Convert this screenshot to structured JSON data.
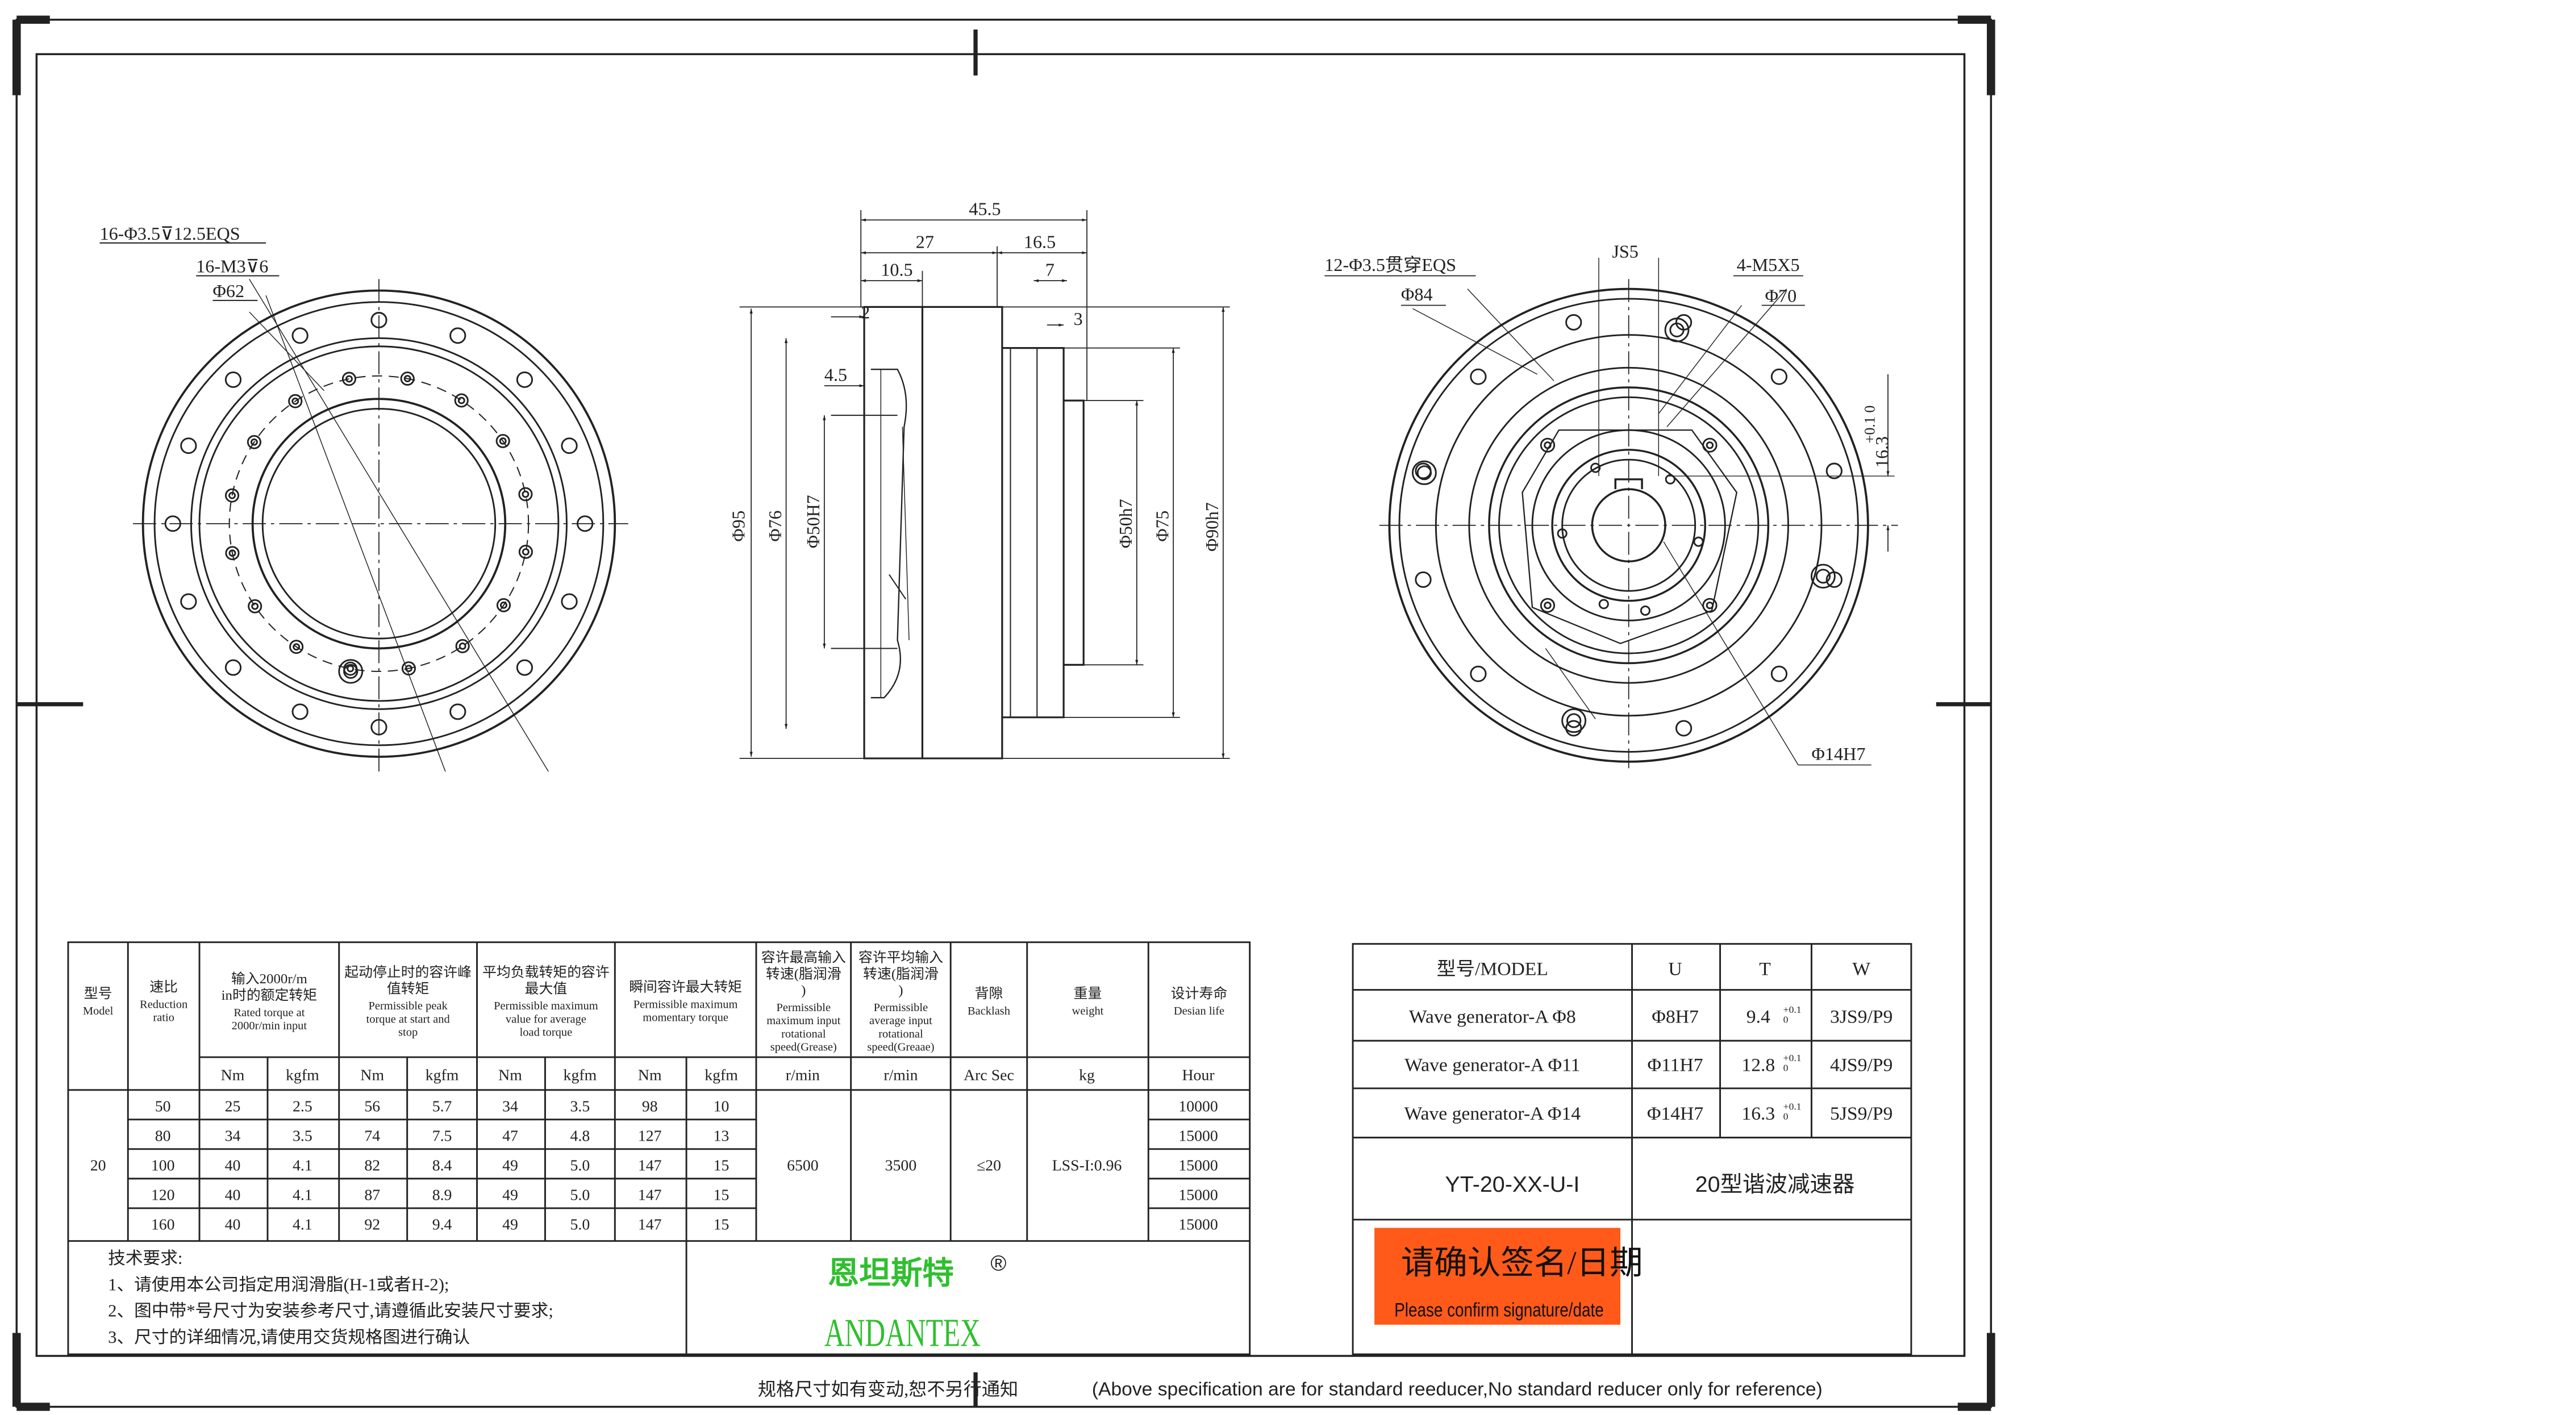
{
  "drawing": {
    "front_view": {
      "label_holes_eqs": "16-Φ3.5⊽12.5EQS",
      "label_threads": "16-M3⊽6",
      "label_pcd": "Φ62"
    },
    "side_view": {
      "dim_overall": "45.5",
      "dim_27": "27",
      "dim_16_5": "16.5",
      "dim_10_5": "10.5",
      "dim_7": "7",
      "dim_2": "2",
      "dim_3": "3",
      "dim_4_5": "4.5",
      "dia_95": "Φ95",
      "dia_76": "Φ76",
      "dia_50H7": "Φ50H7",
      "dia_50h7": "Φ50h7",
      "dia_75": "Φ75",
      "dia_90h7": "Φ90h7"
    },
    "rear_view": {
      "label_holes": "12-Φ3.5贯穿EQS",
      "label_js5": "JS5",
      "label_m5": "4-M5X5",
      "label_84": "Φ84",
      "label_70": "Φ70",
      "label_tol": "+0.1 0",
      "label_16_3": "16.3",
      "label_14H7": "Φ14H7"
    }
  },
  "spec_table": {
    "headers": [
      {
        "cn": "型号",
        "en": "Model"
      },
      {
        "cn": "速比",
        "en": "Reduction ratio"
      },
      {
        "cn": "输入2000r/min时的额定转矩",
        "en": "Rated torque at 2000r/min input"
      },
      {
        "cn": "起动停止时的容许峰值转矩",
        "en": "Permissible peak torque at start and stop"
      },
      {
        "cn": "平均负载转矩的容许最大值",
        "en": "Permissible maximum value for average load torque"
      },
      {
        "cn": "瞬间容许最大转矩",
        "en": "Permissible maximum momentary torque"
      },
      {
        "cn": "容许最高输入转速(脂润滑)",
        "en": "Permissible maximum input rotational speed(Grease)"
      },
      {
        "cn": "容许平均输入转速(脂润滑)",
        "en": "Permissible average input rotational speed(Greaae)"
      },
      {
        "cn": "背隙",
        "en": "Backlash"
      },
      {
        "cn": "重量",
        "en": "weight"
      },
      {
        "cn": "设计寿命",
        "en": "Desian life"
      }
    ],
    "units": [
      "Nm",
      "kgfm",
      "Nm",
      "kgfm",
      "Nm",
      "kgfm",
      "Nm",
      "kgfm",
      "r/min",
      "r/min",
      "Arc Sec",
      "kg",
      "Hour"
    ],
    "model": "20",
    "max_speed": "6500",
    "avg_speed": "3500",
    "backlash": "≤20",
    "weight": "LSS-I:0.96",
    "rows": [
      [
        "50",
        "25",
        "2.5",
        "56",
        "5.7",
        "34",
        "3.5",
        "98",
        "10",
        "10000"
      ],
      [
        "80",
        "34",
        "3.5",
        "74",
        "7.5",
        "47",
        "4.8",
        "127",
        "13",
        "15000"
      ],
      [
        "100",
        "40",
        "4.1",
        "82",
        "8.4",
        "49",
        "5.0",
        "147",
        "15",
        "15000"
      ],
      [
        "120",
        "40",
        "4.1",
        "87",
        "8.9",
        "49",
        "5.0",
        "147",
        "15",
        "15000"
      ],
      [
        "160",
        "40",
        "4.1",
        "92",
        "9.4",
        "49",
        "5.0",
        "147",
        "15",
        "15000"
      ]
    ]
  },
  "tech_notes": {
    "title": "技术要求:",
    "lines": [
      "1、请使用本公司指定用润滑脂(H-1或者H-2);",
      "2、图中带*号尺寸为安装参考尺寸,请遵循此安装尺寸要求;",
      "3、尺寸的详细情况,请使用交货规格图进行确认"
    ]
  },
  "brand": {
    "cn": "恩坦斯特",
    "reg": "®",
    "en": "ANDANTEX",
    "cn_color": "#2fbf2f",
    "en_color": "#2fbf2f"
  },
  "model_table": {
    "headers": [
      "型号/MODEL",
      "U",
      "T",
      "W"
    ],
    "rows": [
      {
        "model": "Wave generator-A Φ8",
        "u": "Φ8H7",
        "t": "9.4",
        "w": "3JS9/P9"
      },
      {
        "model": "Wave generator-A Φ11",
        "u": "Φ11H7",
        "t": "12.8",
        "w": "4JS9/P9"
      },
      {
        "model": "Wave generator-A Φ14",
        "u": "Φ14H7",
        "t": "16.3",
        "w": "5JS9/P9"
      }
    ],
    "tol_upper": "+0.1",
    "tol_lower": "0",
    "part_no": "YT-20-XX-U-I",
    "part_name": "20型谐波减速器"
  },
  "confirm": {
    "cn": "请确认签名/日期",
    "en": "Please confirm signature/date",
    "color": "#ff5a1a"
  },
  "footer": {
    "cn": "规格尺寸如有变动,恕不另行通知",
    "en": "(Above specification are for standard reeducer,No standard reducer only for reference)"
  }
}
